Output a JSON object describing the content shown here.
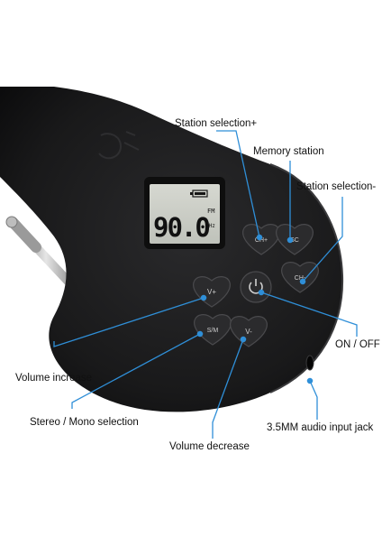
{
  "display": {
    "frequency": "90.0",
    "unit_top": "FM",
    "unit_bottom": "MHz"
  },
  "buttons": {
    "ch_plus": "CH+",
    "memory": "SC",
    "ch_minus": "CH-",
    "power": "",
    "vol_plus": "V+",
    "stereo_mono": "S/M",
    "vol_minus": "V-"
  },
  "callouts": {
    "station_selection_plus": "Station selection+",
    "memory_station": "Memory station",
    "station_selection_minus": "Station selection-",
    "on_off": "ON / OFF",
    "volume_increase": "Volume increase",
    "stereo_mono_selection": "Stereo / Mono selection",
    "volume_decrease": "Volume decrease",
    "audio_jack": "3.5MM audio input jack"
  },
  "colors": {
    "callout_line": "#2f8fd8",
    "device_body": "#1b1b1c",
    "lcd_background": "#c9ccc4"
  }
}
